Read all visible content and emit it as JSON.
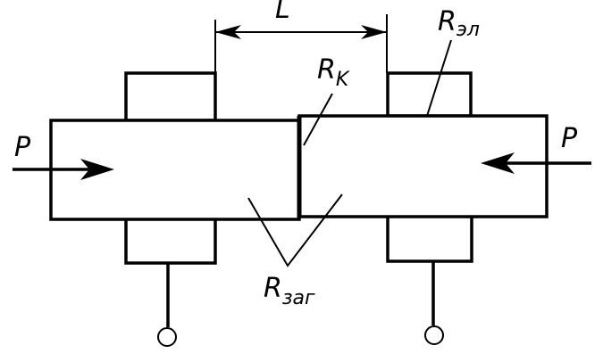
{
  "labels": {
    "length": "L",
    "force_left": "P",
    "force_right": "P",
    "contact_resistance": {
      "main": "R",
      "sub": "K"
    },
    "electrode_resistance": {
      "main": "R",
      "sub": "эл"
    },
    "workpiece_resistance": {
      "main": "R",
      "sub": "заг"
    }
  },
  "colors": {
    "ink": "#000000",
    "paper": "#ffffff"
  }
}
